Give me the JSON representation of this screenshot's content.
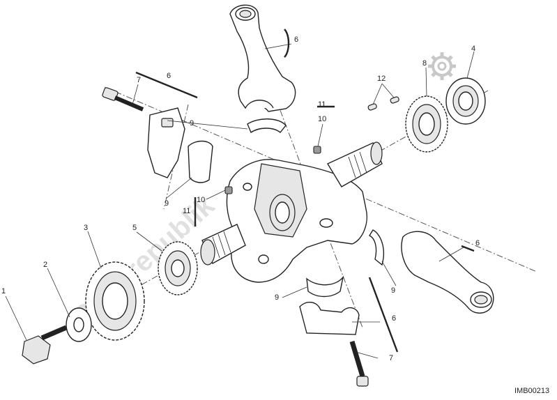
{
  "diagram": {
    "reference_code": "IMB00213",
    "watermark_text": "Partsrepublik",
    "callouts": [
      {
        "id": "c1",
        "label": "1"
      },
      {
        "id": "c2",
        "label": "2"
      },
      {
        "id": "c3",
        "label": "3"
      },
      {
        "id": "c4",
        "label": "4"
      },
      {
        "id": "c5",
        "label": "5"
      },
      {
        "id": "c6a",
        "label": "6"
      },
      {
        "id": "c6b",
        "label": "6"
      },
      {
        "id": "c6c",
        "label": "6"
      },
      {
        "id": "c6d",
        "label": "6"
      },
      {
        "id": "c7a",
        "label": "7"
      },
      {
        "id": "c7b",
        "label": "7"
      },
      {
        "id": "c8",
        "label": "8"
      },
      {
        "id": "c9a",
        "label": "9"
      },
      {
        "id": "c9b",
        "label": "9"
      },
      {
        "id": "c9c",
        "label": "9"
      },
      {
        "id": "c9d",
        "label": "9"
      },
      {
        "id": "c10a",
        "label": "10"
      },
      {
        "id": "c10b",
        "label": "10"
      },
      {
        "id": "c11a",
        "label": "11"
      },
      {
        "id": "c11b",
        "label": "11"
      },
      {
        "id": "c12",
        "label": "12"
      }
    ]
  }
}
